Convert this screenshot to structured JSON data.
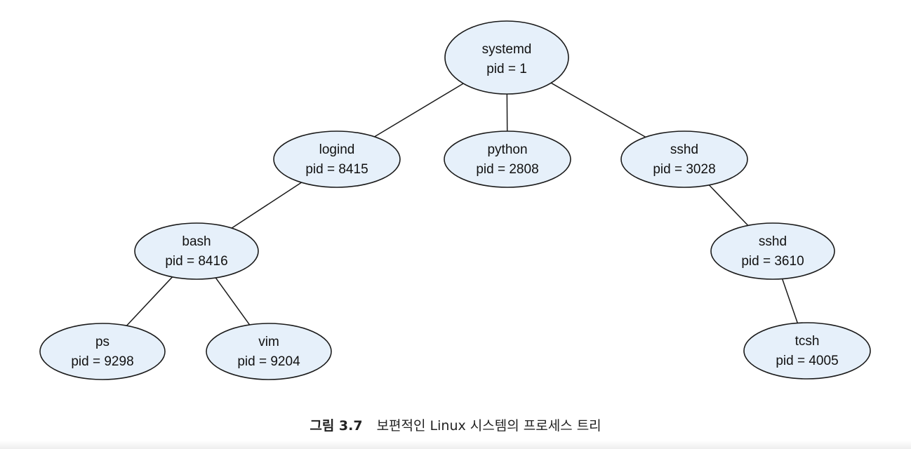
{
  "diagram": {
    "nodes": {
      "systemd": {
        "name": "systemd",
        "pid": "pid = 1"
      },
      "logind": {
        "name": "logind",
        "pid": "pid = 8415"
      },
      "python": {
        "name": "python",
        "pid": "pid = 2808"
      },
      "sshd1": {
        "name": "sshd",
        "pid": "pid = 3028"
      },
      "bash": {
        "name": "bash",
        "pid": "pid = 8416"
      },
      "sshd2": {
        "name": "sshd",
        "pid": "pid = 3610"
      },
      "ps": {
        "name": "ps",
        "pid": "pid = 9298"
      },
      "vim": {
        "name": "vim",
        "pid": "pid = 9204"
      },
      "tcsh": {
        "name": "tcsh",
        "pid": "pid = 4005"
      }
    },
    "edges": [
      [
        "systemd",
        "logind"
      ],
      [
        "systemd",
        "python"
      ],
      [
        "systemd",
        "sshd1"
      ],
      [
        "logind",
        "bash"
      ],
      [
        "sshd1",
        "sshd2"
      ],
      [
        "bash",
        "ps"
      ],
      [
        "bash",
        "vim"
      ],
      [
        "sshd2",
        "tcsh"
      ]
    ]
  },
  "caption": {
    "label": "그림 3.7",
    "text": "보편적인 Linux 시스템의 프로세스 트리"
  },
  "colors": {
    "node_fill": "#e6f0fa",
    "stroke": "#1a1a1a"
  }
}
